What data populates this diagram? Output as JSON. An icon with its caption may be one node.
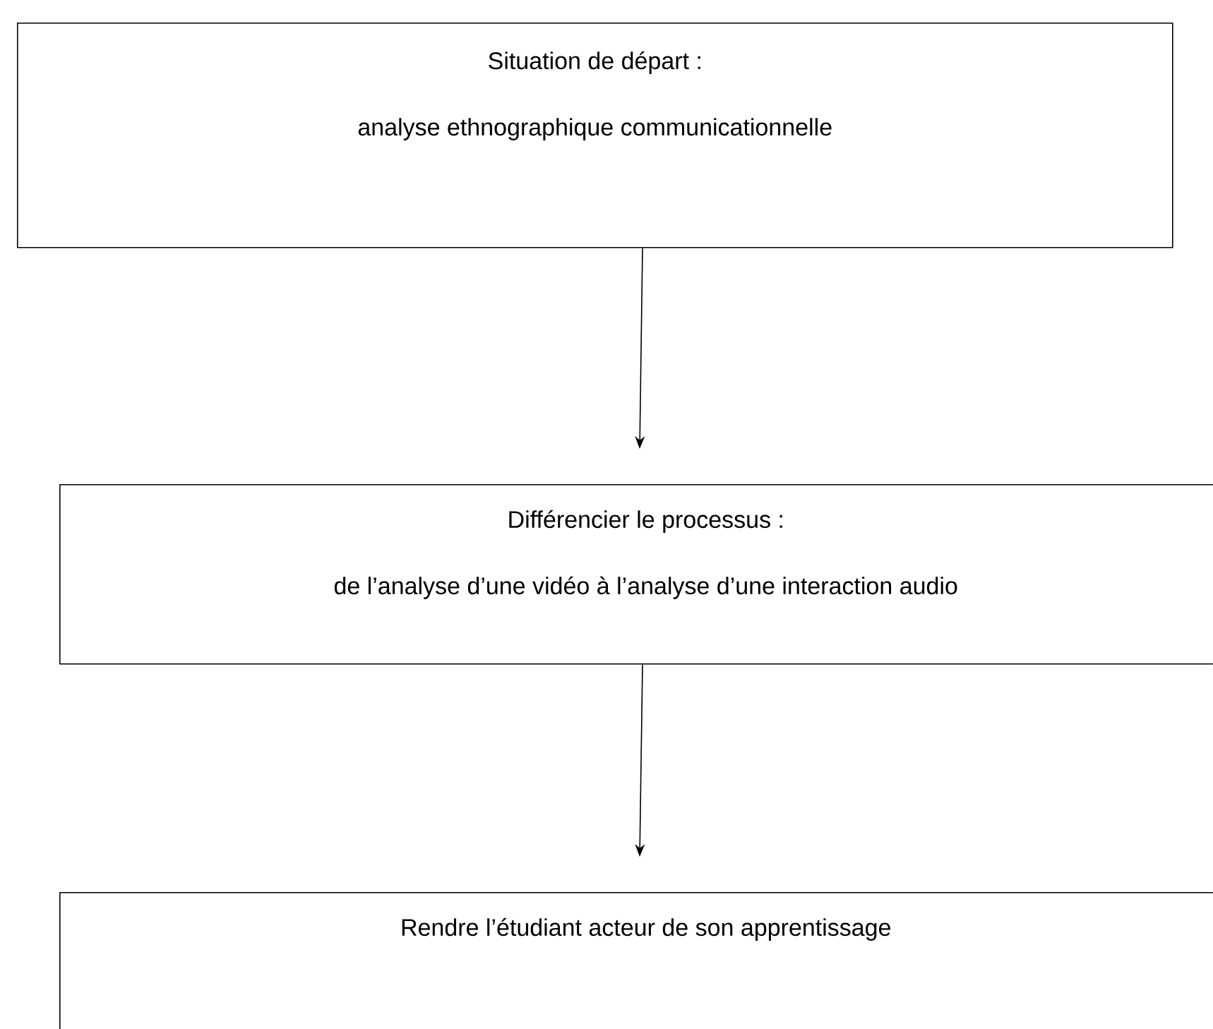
{
  "diagram": {
    "nodes": [
      {
        "text": [
          "Situation de départ :",
          "analyse ethnographique communicationnelle"
        ]
      },
      {
        "text": [
          "Différencier le processus :",
          "de l’analyse d’une vidéo à l’analyse d’une interaction audio"
        ]
      },
      {
        "text": [
          "Rendre l’étudiant acteur de son apprentissage"
        ]
      }
    ],
    "edges": [
      {
        "from": 0,
        "to": 1,
        "arrow": "to"
      },
      {
        "from": 1,
        "to": 2,
        "arrow": "to"
      }
    ]
  }
}
